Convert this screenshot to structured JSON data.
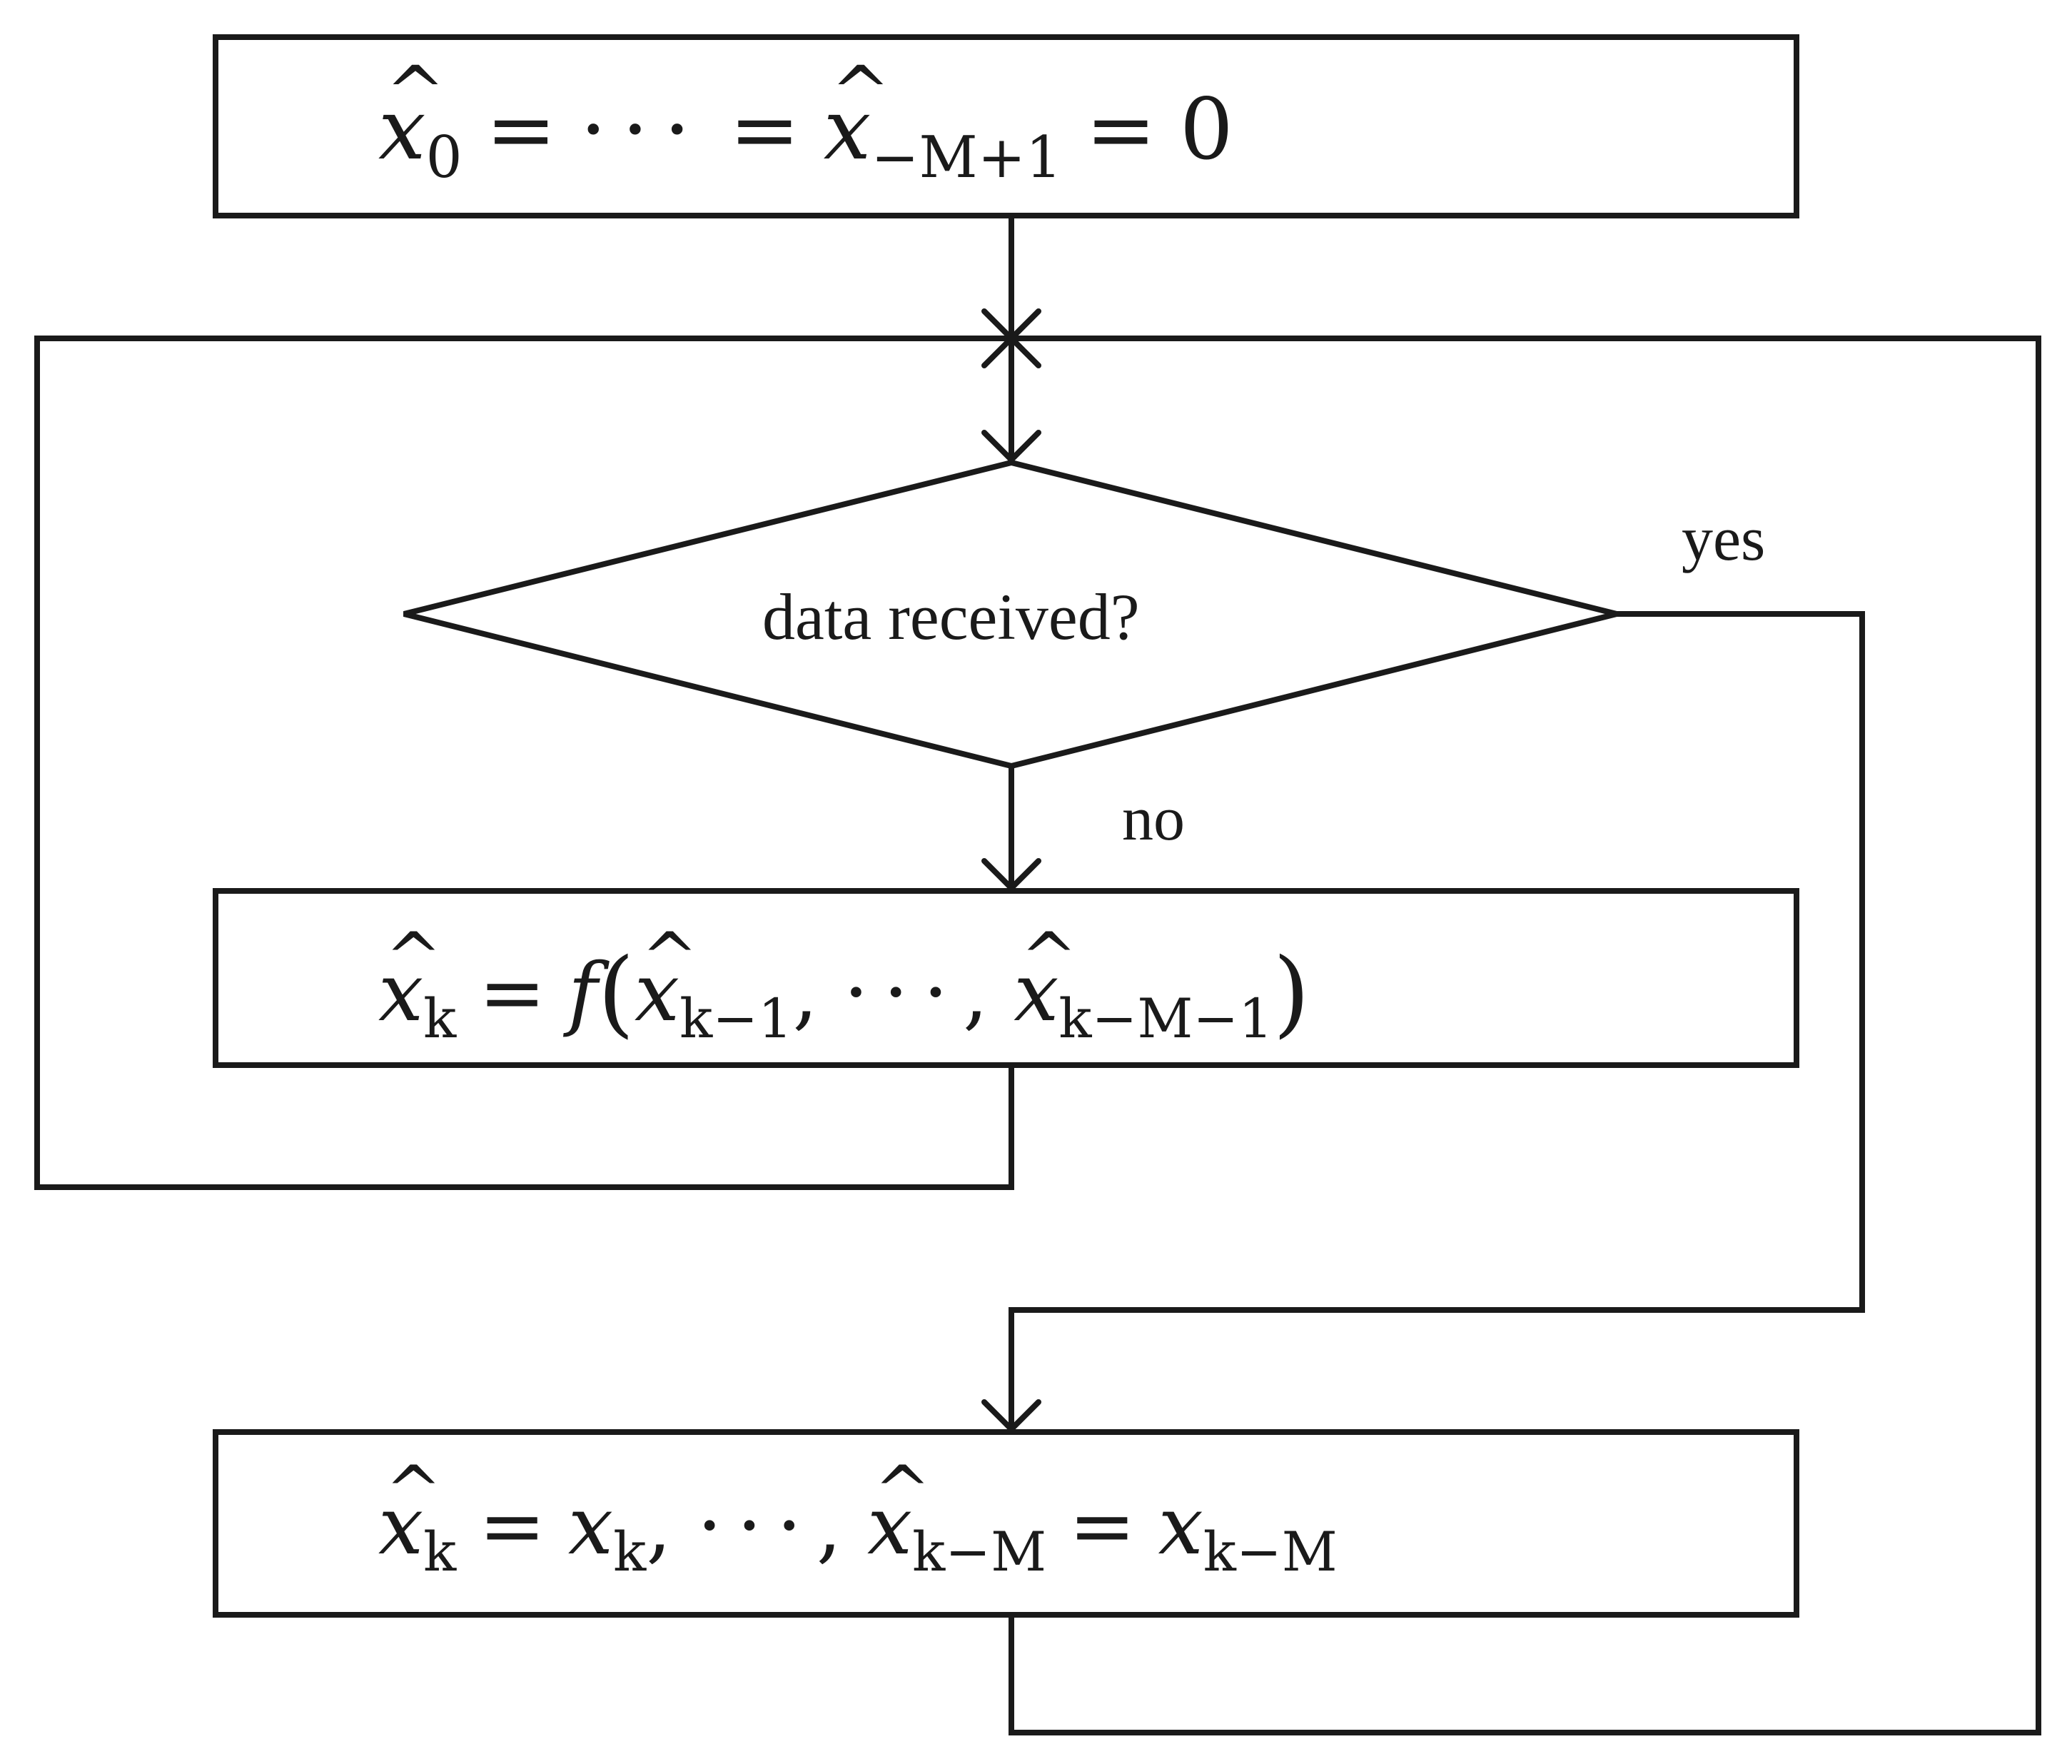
{
  "init_box": {
    "xhat": "x",
    "sub0": "0",
    "eq1": "=",
    "dots": "···",
    "eq2": "=",
    "xhat2": "x",
    "sub2": "−M+1",
    "eq3": "=",
    "zero": "0"
  },
  "decision": {
    "question": "data received?",
    "yes_label": "yes",
    "no_label": "no"
  },
  "predict_box": {
    "xhat": "x",
    "sub_k": "k",
    "eq": "=",
    "f": "f",
    "lparen": "(",
    "xhat2": "x",
    "sub_km1": "k−1",
    "comma1": ",",
    "dots": "···",
    "comma2": ",",
    "xhat3": "x",
    "sub_kmm1": "k−M−1",
    "rparen": ")"
  },
  "update_box": {
    "xhat": "x",
    "sub_k": "k",
    "eq1": "=",
    "x": "x",
    "sub_k2": "k",
    "comma1": ",",
    "dots": "···",
    "comma2": ",",
    "xhat2": "x",
    "sub_km": "k−M",
    "eq2": "=",
    "x2": "x",
    "sub_km2": "k−M"
  }
}
